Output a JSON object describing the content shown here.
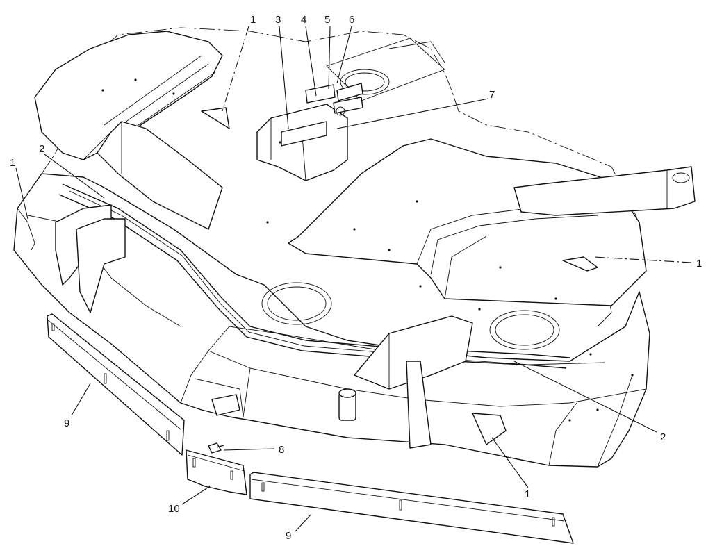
{
  "callouts": [
    {
      "id": "c1a",
      "text": "1"
    },
    {
      "id": "c3",
      "text": "3"
    },
    {
      "id": "c4",
      "text": "4"
    },
    {
      "id": "c5",
      "text": "5"
    },
    {
      "id": "c6",
      "text": "6"
    },
    {
      "id": "c7",
      "text": "7"
    },
    {
      "id": "c2a",
      "text": "2"
    },
    {
      "id": "c1b",
      "text": "1"
    },
    {
      "id": "c1c",
      "text": "1"
    },
    {
      "id": "c9a",
      "text": "9"
    },
    {
      "id": "c8",
      "text": "8"
    },
    {
      "id": "c2b",
      "text": "2"
    },
    {
      "id": "c10",
      "text": "10"
    },
    {
      "id": "c1d",
      "text": "1"
    },
    {
      "id": "c9b",
      "text": "9"
    }
  ]
}
